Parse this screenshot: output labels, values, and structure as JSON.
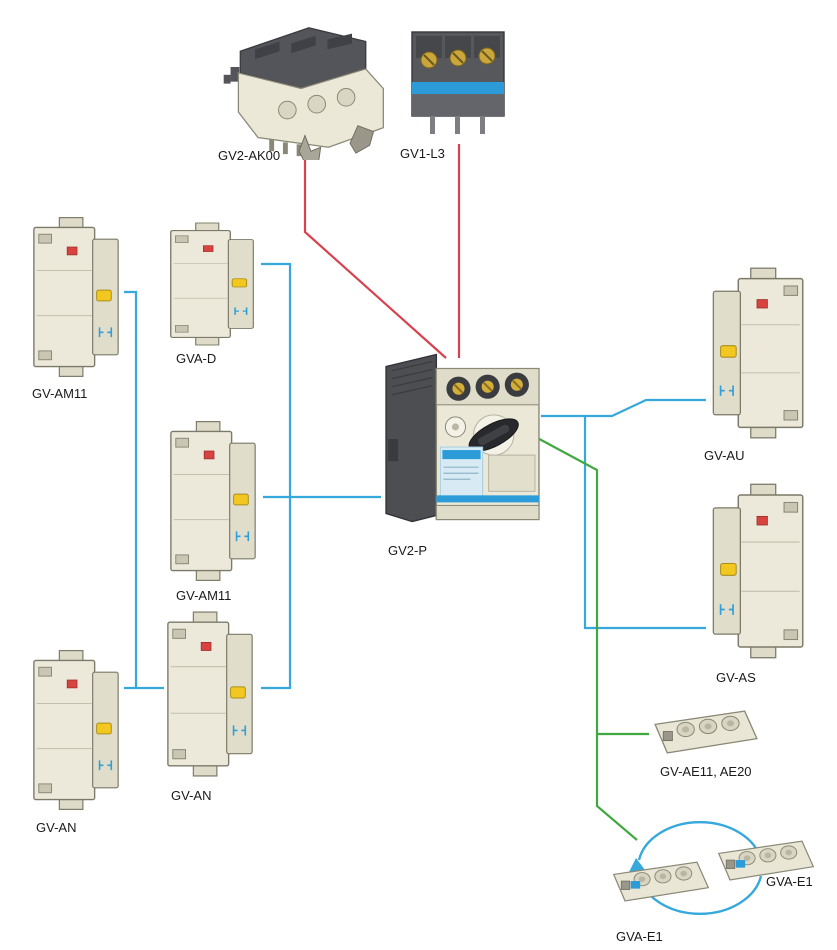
{
  "diagram": {
    "components": [
      {
        "id": "gv2-ak00",
        "label": "GV2-AK00"
      },
      {
        "id": "gv1-l3",
        "label": "GV1-L3"
      },
      {
        "id": "gv-am11-top",
        "label": "GV-AM11"
      },
      {
        "id": "gva-d",
        "label": "GVA-D"
      },
      {
        "id": "gv-am11-mid",
        "label": "GV-AM11"
      },
      {
        "id": "gv-an-left",
        "label": "GV-AN"
      },
      {
        "id": "gv-an-mid",
        "label": "GV-AN"
      },
      {
        "id": "gv2-p",
        "label": "GV2-P"
      },
      {
        "id": "gv-au",
        "label": "GV-AU"
      },
      {
        "id": "gv-as",
        "label": "GV-AS"
      },
      {
        "id": "gv-ae11-ae20",
        "label": "GV-AE11, AE20"
      },
      {
        "id": "gva-e1-right",
        "label": "GVA-E1"
      },
      {
        "id": "gva-e1-bottom",
        "label": "GVA-E1"
      }
    ],
    "colors": {
      "wire_red": "#d8414d",
      "wire_blue": "#35a8dc",
      "wire_green": "#3fa83f"
    }
  }
}
